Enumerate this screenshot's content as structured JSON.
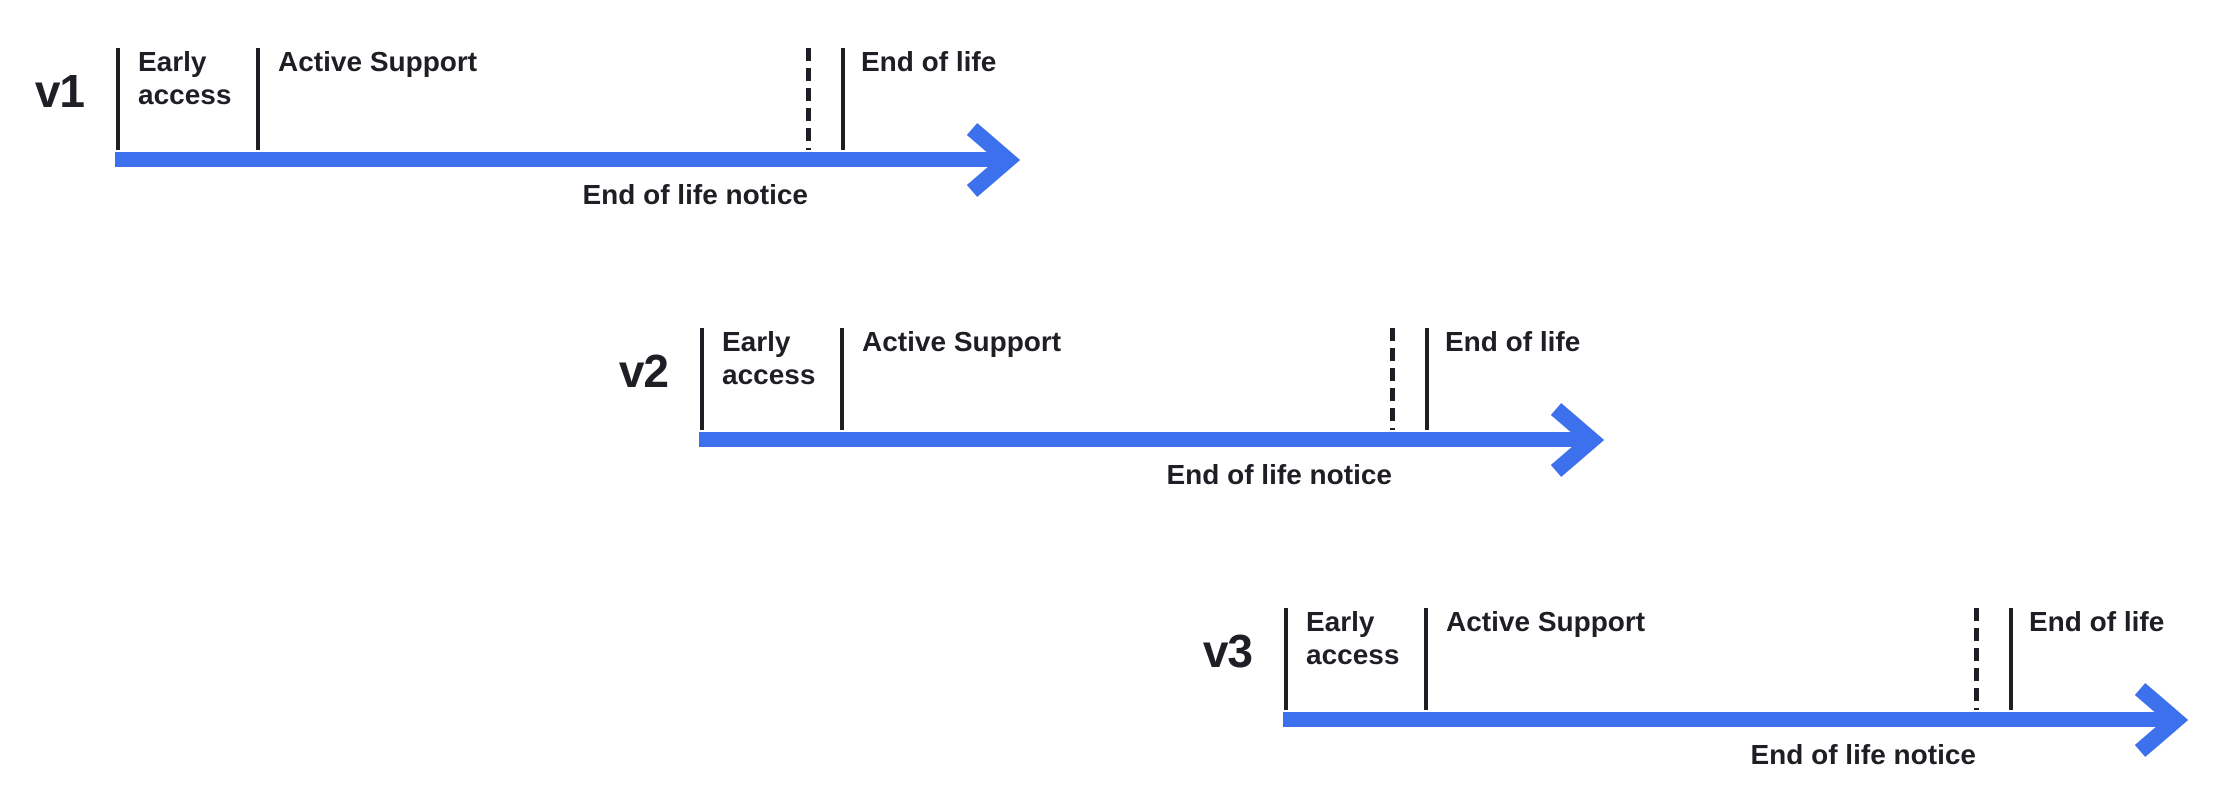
{
  "diagram": {
    "type": "version-lifecycle-timelines",
    "colors": {
      "arrow_blue": "#3D70ED",
      "ink": "#1E1E24",
      "background": "#FFFFFF"
    },
    "rows": [
      {
        "version": "v1",
        "phase_early": "Early access",
        "phase_active": "Active Support",
        "eol_notice": "End of life notice",
        "end_of_life": "End of life"
      },
      {
        "version": "v2",
        "phase_early": "Early access",
        "phase_active": "Active Support",
        "eol_notice": "End of life notice",
        "end_of_life": "End of life"
      },
      {
        "version": "v3",
        "phase_early": "Early access",
        "phase_active": "Active Support",
        "eol_notice": "End of life notice",
        "end_of_life": "End of life"
      }
    ]
  }
}
